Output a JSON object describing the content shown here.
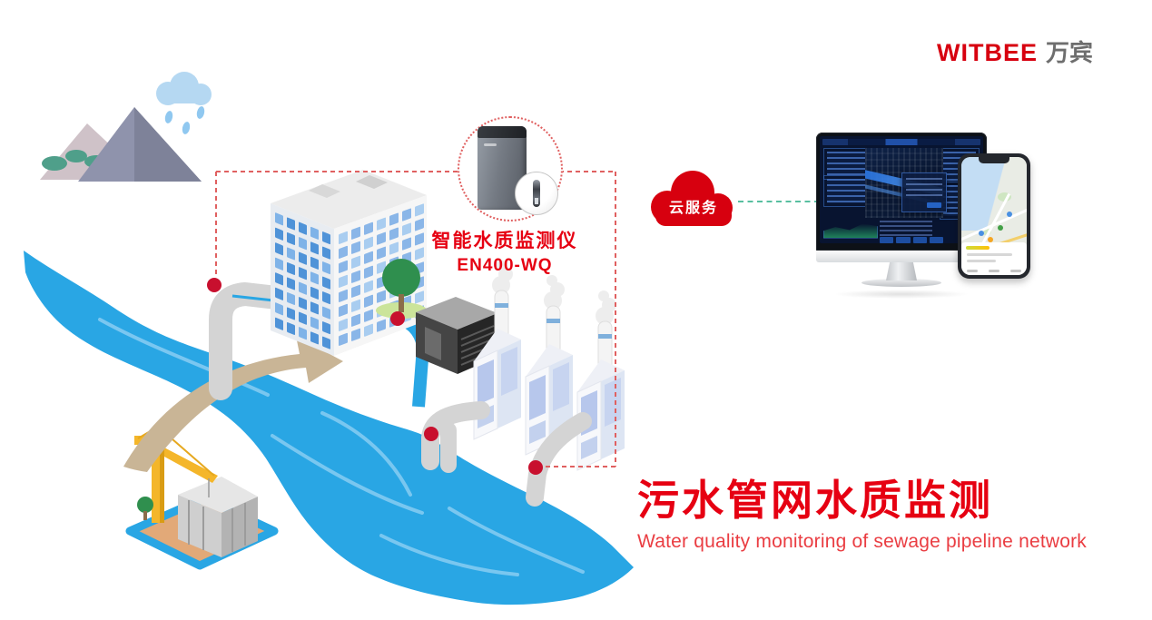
{
  "logo": {
    "brand": "WITBEE",
    "brand_cn": "万宾"
  },
  "device": {
    "name_line": "智能水质监测仪",
    "model_line": "EN400-WQ",
    "icon": "water-quality-monitor-device"
  },
  "cloud": {
    "label": "云服务",
    "icon": "cloud-shape"
  },
  "hero": {
    "title": "污水管网水质监测",
    "subtitle": "Water quality monitoring of sewage pipeline network"
  },
  "scene": {
    "elements": [
      "rain-cloud",
      "mountains",
      "river",
      "office-building",
      "tree",
      "pump-station",
      "factory-with-chimneys",
      "construction-crane-site",
      "sewage-pipes",
      "monitoring-point-dots",
      "dashed-monitoring-zone"
    ],
    "displays": [
      "desktop-dashboard",
      "mobile-map-app"
    ]
  },
  "colors": {
    "accent_red": "#e60012",
    "logo_red": "#d7000f",
    "logo_gray": "#6e6e6e",
    "cloud_red": "#d7000f",
    "dash_red": "#e06060",
    "dot_red": "#c8102e",
    "river_blue": "#29a6e4",
    "river_streak": "#8ed0f4",
    "pipe_gray": "#d4d4d4",
    "dash_green": "#58bfa0",
    "mountain_gray": "#8f93ac",
    "mountain_shade": "#7e8299",
    "mountain_pink": "#cfc2c8",
    "bush_teal": "#4f9f8a",
    "rain_cloud": "#b5d8f2",
    "rain_drop": "#90c8f0",
    "crane_yellow": "#f4b62a",
    "sand_arrow": "#c9b596",
    "site_ground": "#e2a978",
    "window_blue": "#4f93d8",
    "tree_green": "#2f8f4e",
    "screen_navy": "#081430"
  }
}
